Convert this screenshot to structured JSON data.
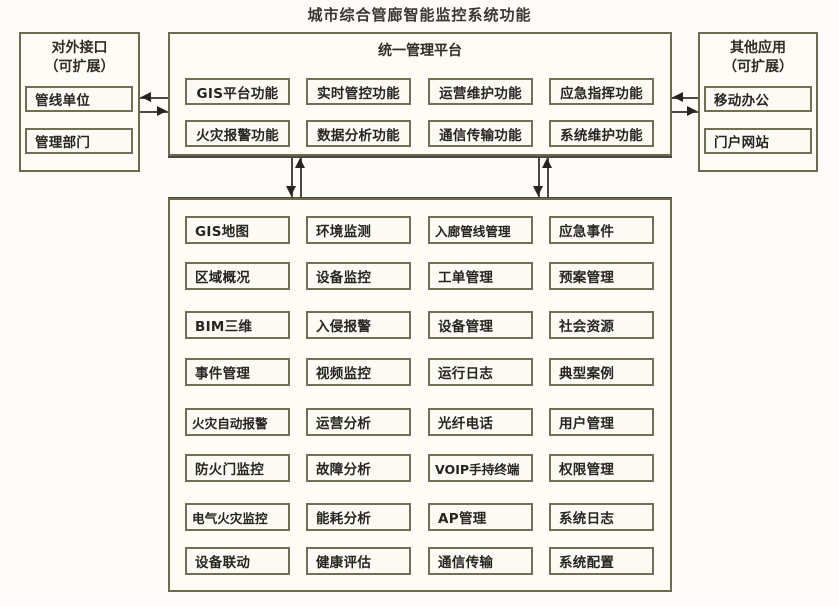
{
  "title": "城市综合管廊智能监控系统功能",
  "left_panel": {
    "title_line1": "对外接口",
    "title_line2": "（可扩展）",
    "items": [
      {
        "label": "管线单位"
      },
      {
        "label": "管理部门"
      }
    ]
  },
  "right_panel": {
    "title_line1": "其他应用",
    "title_line2": "（可扩展）",
    "items": [
      {
        "label": "移动办公"
      },
      {
        "label": "门户网站"
      }
    ]
  },
  "platform_panel": {
    "title": "统一管理平台",
    "row1": [
      {
        "label": "GIS平台功能"
      },
      {
        "label": "实时管控功能"
      },
      {
        "label": "运营维护功能"
      },
      {
        "label": "应急指挥功能"
      }
    ],
    "row2": [
      {
        "label": "火灾报警功能"
      },
      {
        "label": "数据分析功能"
      },
      {
        "label": "通信传输功能"
      },
      {
        "label": "系统维护功能"
      }
    ]
  },
  "modules_panel": {
    "columns": [
      {
        "name": "column-1",
        "items": [
          {
            "label": "GIS地图"
          },
          {
            "label": "区域概况"
          },
          {
            "label": "BIM三维"
          },
          {
            "label": "事件管理"
          },
          {
            "label": "火灾自动报警"
          },
          {
            "label": "防火门监控"
          },
          {
            "label": "电气火灾监控"
          },
          {
            "label": "设备联动"
          }
        ]
      },
      {
        "name": "column-2",
        "items": [
          {
            "label": "环境监测"
          },
          {
            "label": "设备监控"
          },
          {
            "label": "入侵报警"
          },
          {
            "label": "视频监控"
          },
          {
            "label": "运营分析"
          },
          {
            "label": "故障分析"
          },
          {
            "label": "能耗分析"
          },
          {
            "label": "健康评估"
          }
        ]
      },
      {
        "name": "column-3",
        "items": [
          {
            "label": "入廊管线管理"
          },
          {
            "label": "工单管理"
          },
          {
            "label": "设备管理"
          },
          {
            "label": "运行日志"
          },
          {
            "label": "光纤电话"
          },
          {
            "label": "VOIP手持终端"
          },
          {
            "label": "AP管理"
          },
          {
            "label": "通信传输"
          }
        ]
      },
      {
        "name": "column-4",
        "items": [
          {
            "label": "应急事件"
          },
          {
            "label": "预案管理"
          },
          {
            "label": "社会资源"
          },
          {
            "label": "典型案例"
          },
          {
            "label": "用户管理"
          },
          {
            "label": "权限管理"
          },
          {
            "label": "系统日志"
          },
          {
            "label": "系统配置"
          }
        ]
      }
    ]
  },
  "colors": {
    "border": "#6e6a52",
    "box_border": "#736f56",
    "text": "#272520",
    "background": "#fdfcf8",
    "connector": "#4a4840"
  }
}
